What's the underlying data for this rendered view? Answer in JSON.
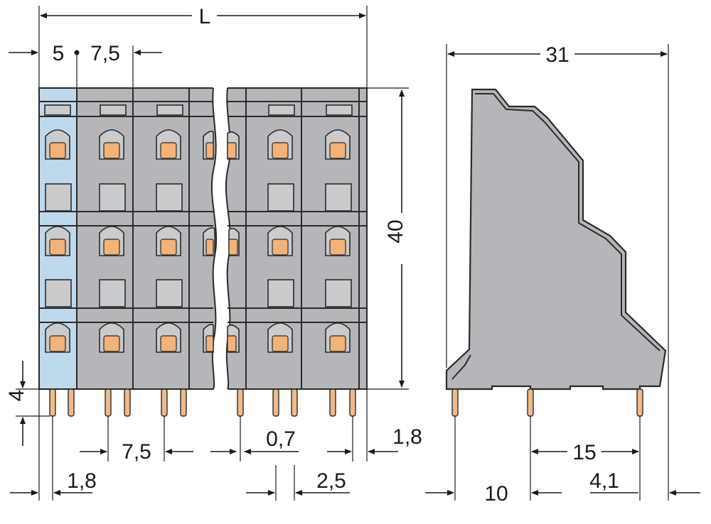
{
  "labels": {
    "length": "L",
    "offset_first": "5",
    "pitch_top": "7,5",
    "height": "40",
    "pin_length": "4",
    "pitch_bottom": "7,5",
    "pin_thickness": "0,7",
    "edge_right": "1,8",
    "edge_left": "1,8",
    "pin_spacing": "2,5",
    "depth": "31",
    "pin_distance_15": "15",
    "pin_offset_10": "10",
    "pin_offset_4_1": "4,1"
  },
  "colors": {
    "housing": "#b4b6b9",
    "first_pole": "#bfd9ec",
    "clamp": "#f3b278",
    "outline": "#2a2a2a"
  }
}
